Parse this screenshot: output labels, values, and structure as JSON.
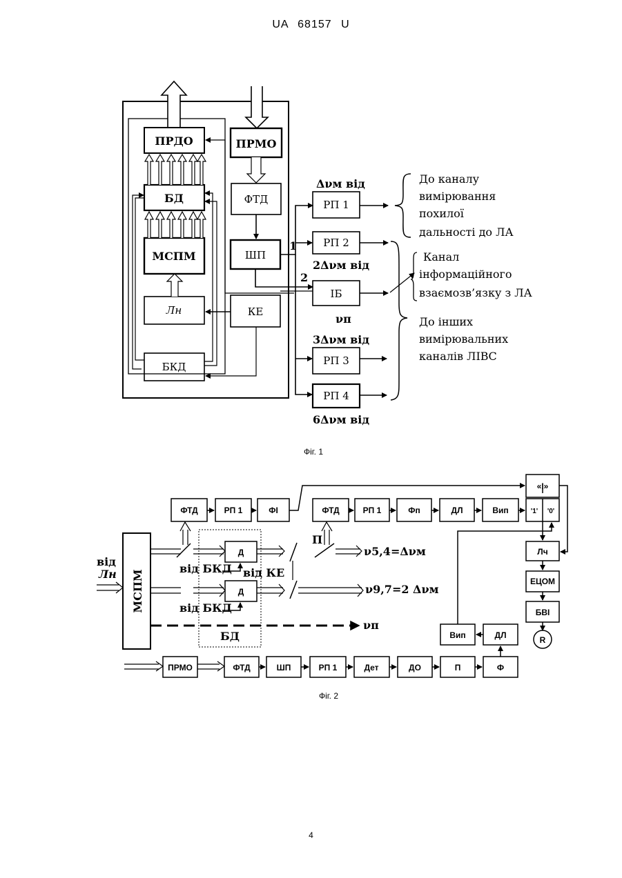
{
  "header": {
    "doc_id": "UA   68157   U"
  },
  "page_number": "4",
  "fig1": {
    "caption": "Фіг. 1",
    "blocks": {
      "prdo": "ПРДО",
      "prmo": "ПРМО",
      "bd": "БД",
      "ftd": "ФТД",
      "mspm": "МСПМ",
      "shp": "ШП",
      "ln": "Лн",
      "ke": "КЕ",
      "bkd": "БКД",
      "rp1": "РП 1",
      "rp2": "РП 2",
      "ib": "ІБ",
      "rp3": "РП 3",
      "rp4": "РП 4"
    },
    "freq_labels": {
      "rp1": "Δνм від",
      "rp2": "2Δνм від",
      "ib": "νп",
      "rp3": "3Δνм від",
      "rp4": "6Δνм від"
    },
    "line_labels": {
      "one": "1",
      "two": "2"
    },
    "annotations": {
      "range": [
        "До каналу",
        "вимірювання",
        "похилої",
        "дальності до ЛА"
      ],
      "info": [
        "Канал",
        "інформаційного",
        "взаємозв’язку з ЛА"
      ],
      "other": [
        "До інших",
        "вимірювальних",
        "каналів ЛІВС"
      ]
    }
  },
  "fig2": {
    "caption": "Фіг. 2",
    "blocks": {
      "ftd1": "ФТД",
      "rp1a": "РП 1",
      "fi": "ФІ",
      "ftd2": "ФТД",
      "rp1b": "РП 1",
      "fp": "Фп",
      "dl1": "ДЛ",
      "vip1": "Вип",
      "and": "«І»",
      "one": "'1'",
      "zero": "'0'",
      "mspm": "МСПМ",
      "d1": "Д",
      "d2": "Д",
      "bd": "БД",
      "lch": "Лч",
      "etsom": "ЕЦОМ",
      "bvi": "БВІ",
      "r": "R",
      "vip2": "Вип",
      "dl2": "ДЛ",
      "prmo": "ПРМО",
      "ftd3": "ФТД",
      "shp": "ШП",
      "rp1c": "РП 1",
      "det": "Дет",
      "do": "ДО",
      "p": "П",
      "f": "Ф"
    },
    "labels": {
      "vid_ln_1": "від",
      "vid_ln_2": "Лн",
      "vid_bkd_1": "від БКД",
      "vid_ke": "від КЕ",
      "vid_bkd_2": "від БКД",
      "p_label": "П",
      "nu54": "ν5,4=Δνм",
      "nu97": "ν9,7=2 Δνм",
      "nup": "νп"
    }
  }
}
